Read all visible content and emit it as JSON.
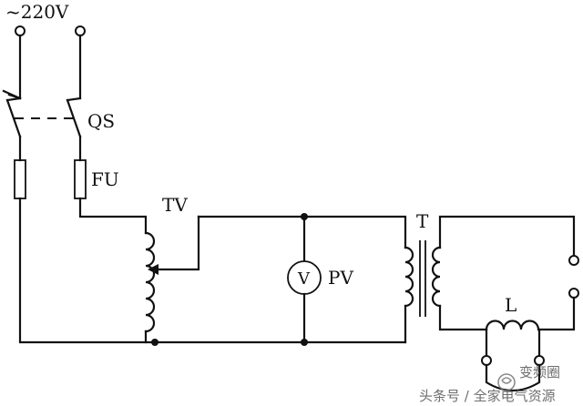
{
  "labels": {
    "supply": "~220V",
    "switch": "QS",
    "fuse": "FU",
    "autotransformer": "TV",
    "voltmeter": "PV",
    "voltmeter_symbol": "V",
    "transformer": "T",
    "load_inductor": "L"
  },
  "watermark": {
    "line1": "变频圈",
    "line2": "头条号 / 全家电气资源"
  }
}
